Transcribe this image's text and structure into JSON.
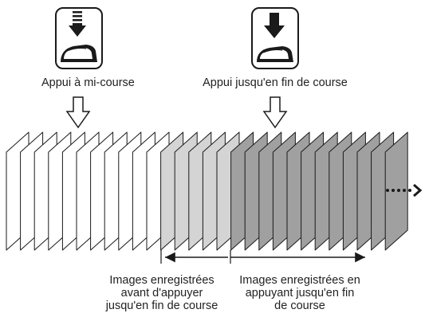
{
  "labels": {
    "half_press": "Appui à mi-course",
    "full_press": "Appui jusqu'en fin de course",
    "before_line1": "Images enregistrées",
    "before_line2": "avant d'appuyer",
    "before_line3": "jusqu'en fin de course",
    "after_line1": "Images enregistrées en",
    "after_line2": "appuyant jusqu'en fin",
    "after_line3": "de course"
  },
  "icons": {
    "half_press": "shutter-half-press-icon",
    "full_press": "shutter-full-press-icon",
    "continuation": "dotted-arrow-right-icon"
  },
  "frames": {
    "white_count": 11,
    "light_gray_count": 5,
    "dark_gray_count": 12
  },
  "colors": {
    "white": "#ffffff",
    "light_gray": "#d4d4d4",
    "dark_gray": "#a0a0a0",
    "stroke": "#1a1a1a"
  }
}
